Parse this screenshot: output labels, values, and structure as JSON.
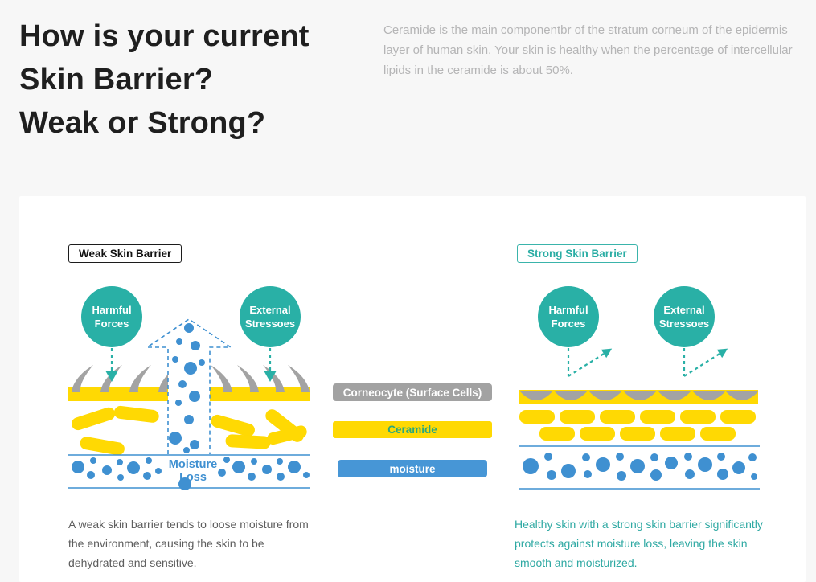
{
  "header": {
    "title": "How is your current\nSkin Barrier?\nWeak or Strong?",
    "description": "Ceramide is the main componentbr of the stratum corneum of the epidermis layer of human skin. Your skin is healthy when the percentage of intercellular lipids in the ceramide is about 50%."
  },
  "colors": {
    "teal": "#29b0a6",
    "yellow": "#ffd903",
    "blue": "#3f90d1",
    "gray": "#a3a3a3",
    "page_background": "#f7f7f7",
    "card_background": "#ffffff"
  },
  "diagram_weak": {
    "label": "Weak Skin Barrier",
    "circle_harmful": "Harmful\nForces",
    "circle_external": "External\nStressoes",
    "moisture_loss": "Moisture\nLoss",
    "caption": "A weak skin barrier tends to loose moisture from the environment, causing the skin to be dehydrated and sensitive."
  },
  "diagram_strong": {
    "label": "Strong Skin Barrier",
    "circle_harmful": "Harmful\nForces",
    "circle_external": "External\nStressoes",
    "caption": "Healthy skin with a strong skin barrier significantly protects against moisture loss, leaving the skin smooth and moisturized."
  },
  "legend": {
    "corneocyte": "Corneocyte (Surface Cells)",
    "ceramide": "Ceramide",
    "moisture": "moisture"
  }
}
